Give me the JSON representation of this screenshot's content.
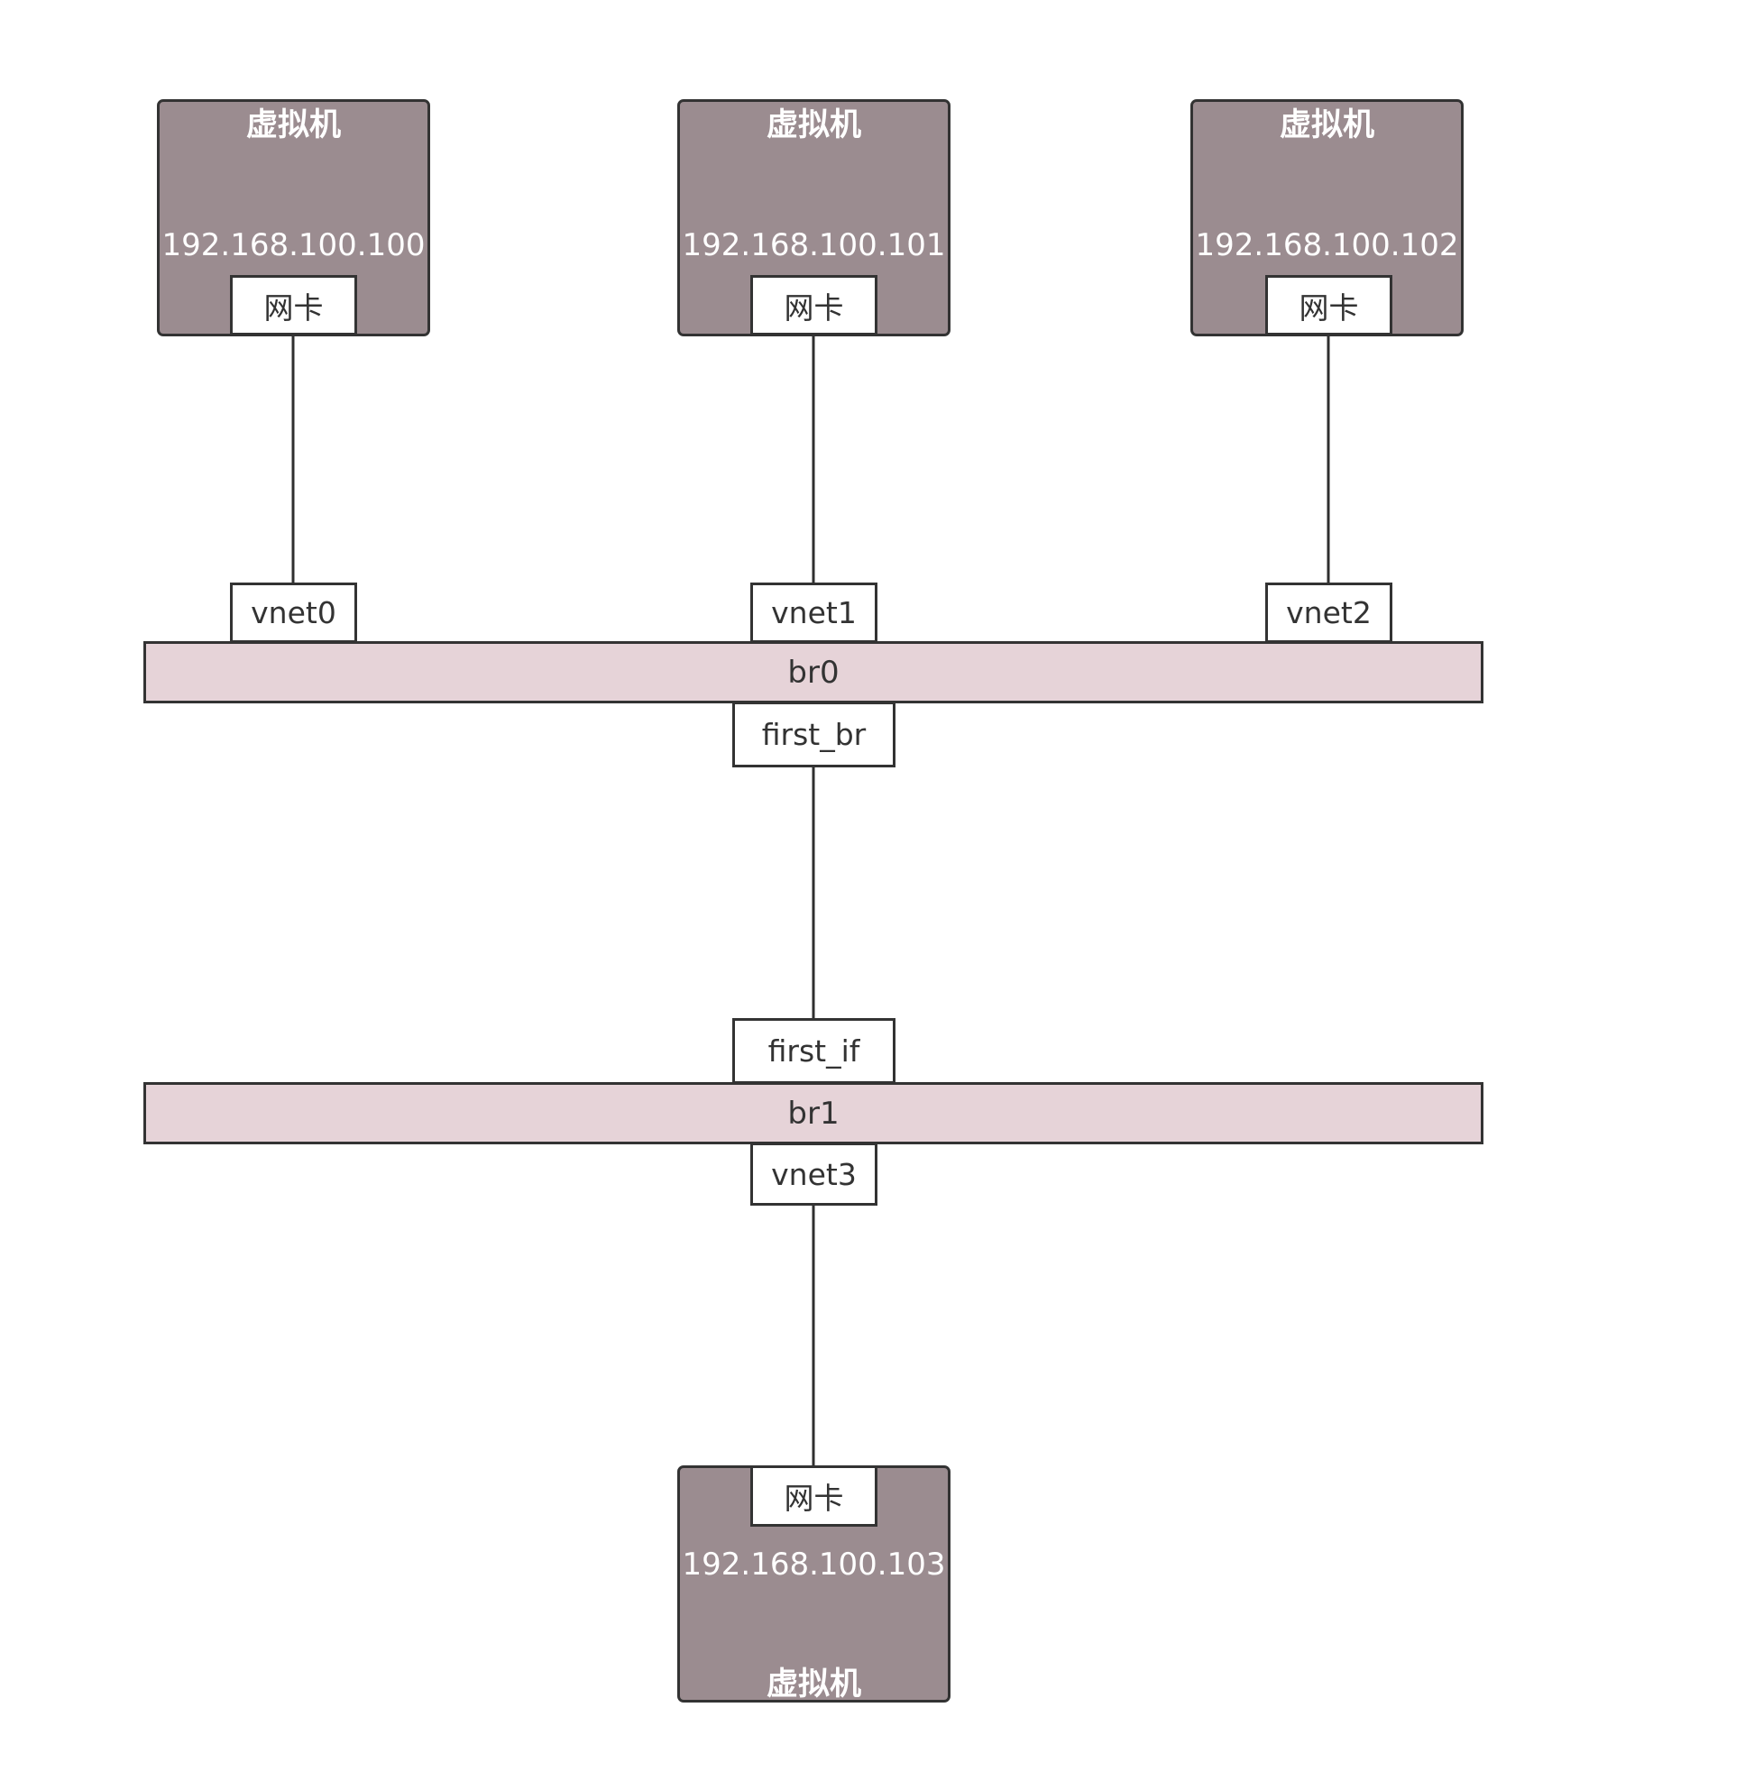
{
  "vms": [
    {
      "title": "虚拟机",
      "ip": "192.168.100.100",
      "nic": "网卡"
    },
    {
      "title": "虚拟机",
      "ip": "192.168.100.101",
      "nic": "网卡"
    },
    {
      "title": "虚拟机",
      "ip": "192.168.100.102",
      "nic": "网卡"
    },
    {
      "title": "虚拟机",
      "ip": "192.168.100.103",
      "nic": "网卡"
    }
  ],
  "br0": {
    "label": "br0",
    "ports": [
      "vnet0",
      "vnet1",
      "vnet2"
    ],
    "uplink": "first_br"
  },
  "br1": {
    "label": "br1",
    "uplink": "first_if",
    "ports": [
      "vnet3"
    ]
  },
  "colors": {
    "vm_fill": "#9b8c90",
    "bridge_fill": "#e6d3d8",
    "border": "#333333",
    "port_fill": "#ffffff"
  }
}
